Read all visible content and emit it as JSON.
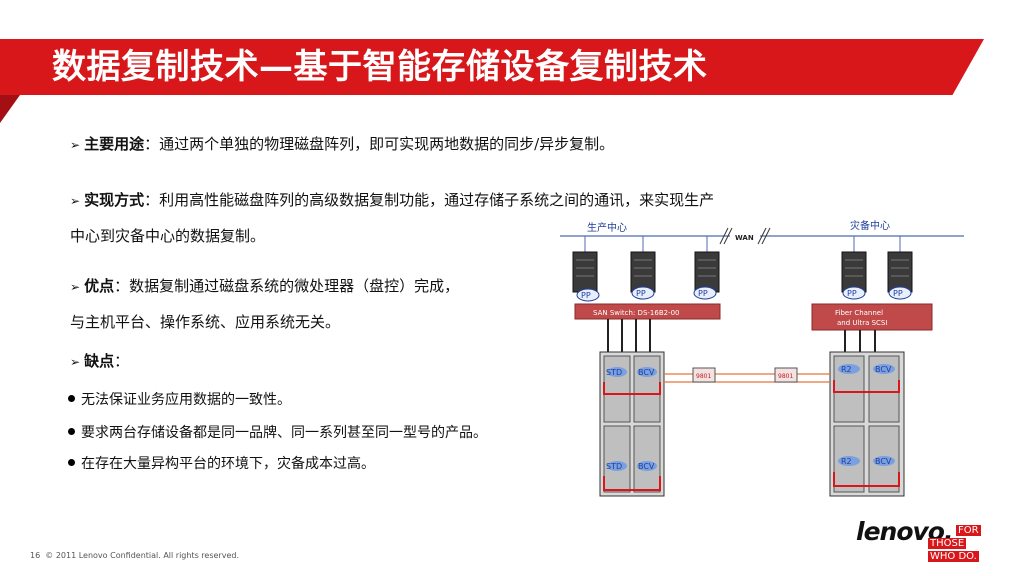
{
  "slide": {
    "title": "数据复制技术—基于智能存储设备复制技术",
    "page_number": "16",
    "copyright": "© 2011 Lenovo Confidential. All rights reserved."
  },
  "bullets": [
    {
      "label": "主要用途",
      "text": "：通过两个单独的物理磁盘阵列，即可实现两地数据的同步/异步复制。"
    },
    {
      "label": "实现方式",
      "text": "：利用高性能磁盘阵列的高级数据复制功能，通过存储子系统之间的通讯，来实现生产",
      "text2": "中心到灾备中心的数据复制。"
    },
    {
      "label": "优点",
      "text": "：数据复制通过磁盘系统的微处理器（盘控）完成，",
      "text2": "与主机平台、操作系统、应用系统无关。"
    },
    {
      "label": "缺点",
      "text": "："
    }
  ],
  "cons": [
    "无法保证业务应用数据的一致性。",
    "要求两台存储设备都是同一品牌、同一系列甚至同一型号的产品。",
    "在存在大量异构平台的环境下，灾备成本过高。"
  ],
  "diagram": {
    "production_center": "生产中心",
    "disaster_center": "灾备中心",
    "wan": "WAN",
    "san_switch": "SAN Switch: DS-16B2-00",
    "fiber_channel": "Fiber Channel",
    "ultra_scsi": "and Ultra SCSI",
    "pp": "PP",
    "std": "STD",
    "bcv": "BCV",
    "r2": "R2",
    "device": "9801",
    "colors": {
      "link": "#e8743b",
      "red_bracket": "#d8171b",
      "label_blue": "#1f3f9b",
      "switch_fill": "#c04a4a"
    }
  },
  "logo": {
    "word": "lenovo.",
    "tag1": "FOR",
    "tag2": "THOSE",
    "tag3": "WHO DO."
  },
  "colors": {
    "title_red": "#d8171b",
    "corner_red": "#a40f13"
  }
}
